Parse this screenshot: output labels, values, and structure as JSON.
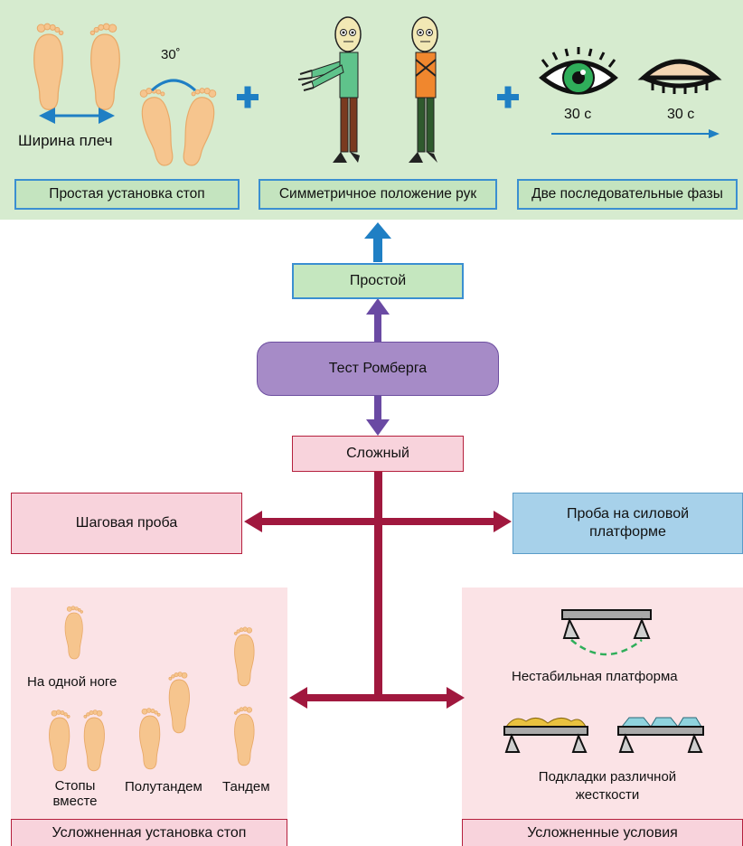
{
  "top": {
    "shoulder_width": "Ширина плеч",
    "angle": "30˚",
    "time1": "30 с",
    "time2": "30 с",
    "label_feet": "Простая установка стоп",
    "label_arms": "Симметричное положение рук",
    "label_phases": "Две последовательные фазы"
  },
  "center": {
    "simple": "Простой",
    "romberg": "Тест Ромберга",
    "complex": "Сложный",
    "step_test": "Шаговая проба",
    "force_platform": "Проба на силовой платформе"
  },
  "bottom_left": {
    "one_leg": "На одной ноге",
    "feet_together": "Стопы вместе",
    "semi_tandem": "Полутандем",
    "tandem": "Тандем",
    "title": "Усложненная установка стоп"
  },
  "bottom_right": {
    "unstable": "Нестабильная платформа",
    "pads": "Подкладки различной жесткости",
    "title": "Усложненные условия"
  },
  "colors": {
    "arrow_blue": "#1f7fc4",
    "arrow_purple": "#6a4aa3",
    "arrow_crimson": "#a0183e",
    "plus_blue": "#1f7fc4",
    "foot": "#f6c58e",
    "eye_green": "#2fae5a"
  }
}
